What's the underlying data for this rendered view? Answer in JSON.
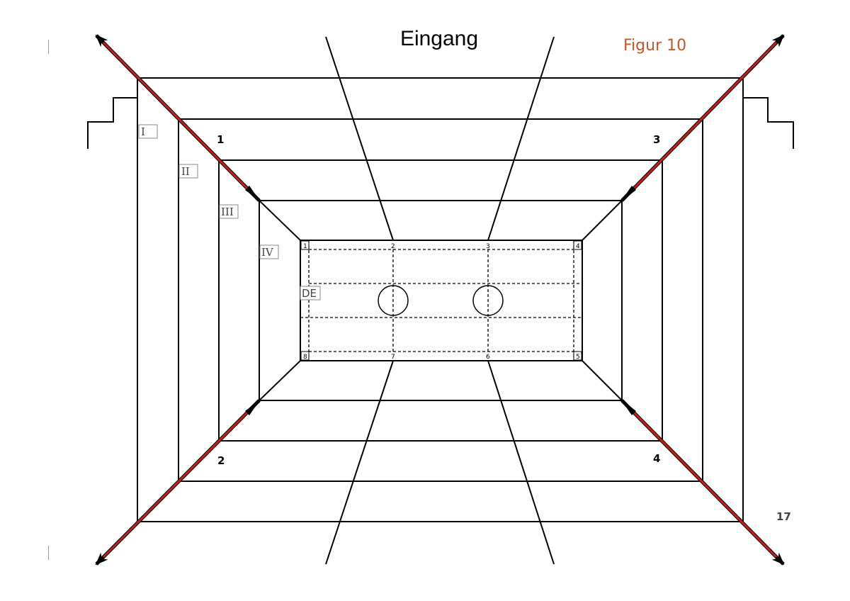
{
  "header": {
    "title": "Eingang",
    "figure_label": "Figur 10",
    "page_number": "17"
  },
  "levels": [
    "I",
    "II",
    "III",
    "IV",
    "DE"
  ],
  "corner_numbers": [
    "1",
    "2",
    "3",
    "4"
  ],
  "court_numbers": [
    "1",
    "2",
    "3",
    "4",
    "5",
    "6",
    "7",
    "8"
  ],
  "colors": {
    "arrow": "#c0201c",
    "line": "#000000",
    "figure_label": "#c0582a"
  }
}
